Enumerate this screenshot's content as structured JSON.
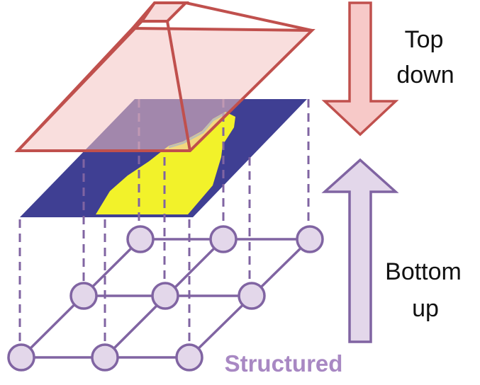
{
  "labels": {
    "top_down_line1": "Top",
    "top_down_line2": "down",
    "bottom_up_line1": "Bottom",
    "bottom_up_line2": "up",
    "structured": "Structured"
  },
  "colors": {
    "pyramid_stroke": "#c0504d",
    "pyramid_fill": "#f4c2c1",
    "arrow_down_fill": "#f7c9c8",
    "arrow_down_stroke": "#c0504d",
    "arrow_up_fill": "#e3d7ea",
    "arrow_up_stroke": "#8064a2",
    "plane_fill": "#3f3f93",
    "blob_fill": "#f2f22a",
    "graph_stroke": "#8064a2",
    "node_fill": "#e3d7ea",
    "structured_text": "#a888c3",
    "label_text": "#111111"
  }
}
